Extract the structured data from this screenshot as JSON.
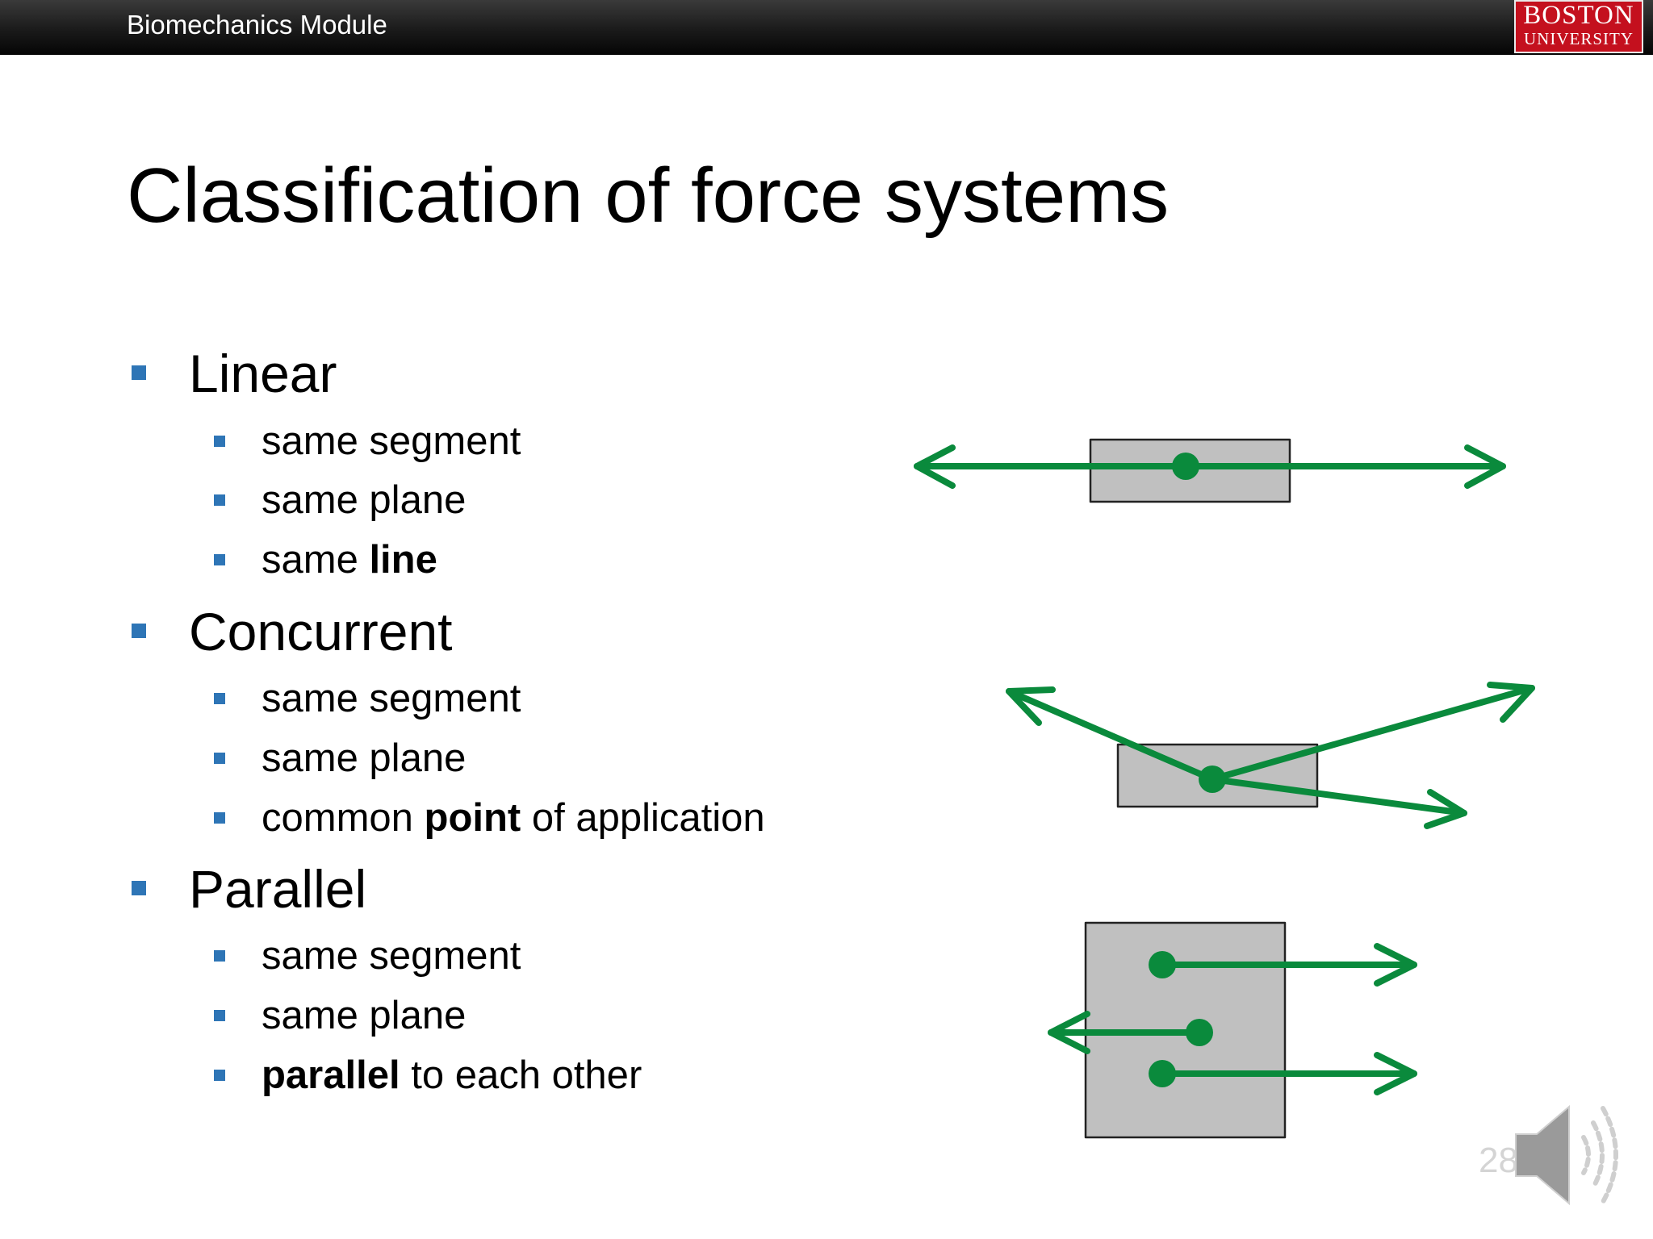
{
  "header": {
    "module": "Biomechanics Module",
    "logo_line1": "BOSTON",
    "logo_line2": "UNIVERSITY"
  },
  "title": "Classification of force systems",
  "sections": [
    {
      "heading": "Linear",
      "items": [
        {
          "pre": "same segment",
          "bold": "",
          "post": ""
        },
        {
          "pre": "same plane",
          "bold": "",
          "post": ""
        },
        {
          "pre": "same ",
          "bold": "line",
          "post": ""
        }
      ]
    },
    {
      "heading": "Concurrent",
      "items": [
        {
          "pre": "same segment",
          "bold": "",
          "post": ""
        },
        {
          "pre": "same plane",
          "bold": "",
          "post": ""
        },
        {
          "pre": "common ",
          "bold": "point",
          "post": " of application"
        }
      ]
    },
    {
      "heading": "Parallel",
      "items": [
        {
          "pre": "same segment",
          "bold": "",
          "post": ""
        },
        {
          "pre": "same plane",
          "bold": "",
          "post": ""
        },
        {
          "pre": "",
          "bold": "parallel",
          "post": " to each other"
        }
      ]
    }
  ],
  "page_number": "28",
  "icons": {
    "speaker": "speaker-icon"
  },
  "colors": {
    "bullet": "#2e75b6",
    "arrow": "#0a8a3c",
    "box_fill": "#c0c0c0",
    "logo_bg": "#c4101e"
  }
}
